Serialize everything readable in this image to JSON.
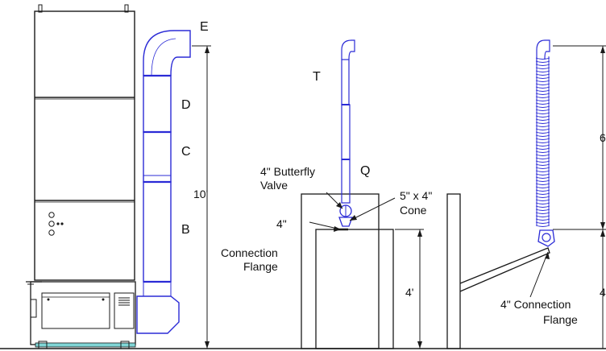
{
  "colors": {
    "ink": "#1a1a1a",
    "duct_blue": "#2b2bd6",
    "base_teal": "#7fd6d6",
    "background": "#ffffff"
  },
  "labels": {
    "E": "E",
    "D": "D",
    "C": "C",
    "B": "B",
    "T": "T",
    "Q": "Q",
    "height_10ft": "10'",
    "height_4ft_a": "4'",
    "height_4ft_b_partial": "4",
    "height_6_partial": "6",
    "butterfly_valve_line1": "4\" Butterfly",
    "butterfly_valve_line2": "Valve",
    "cone_line1": "5\" x 4\"",
    "cone_line2": "Cone",
    "flange_left_line1": "4\"",
    "flange_left_line2": "Connection",
    "flange_left_line3": "Flange",
    "flange_right_line1": "4\" Connection",
    "flange_right_line2": "Flange"
  },
  "icons": [
    "control-knob-icon",
    "vent-grille-icon"
  ]
}
